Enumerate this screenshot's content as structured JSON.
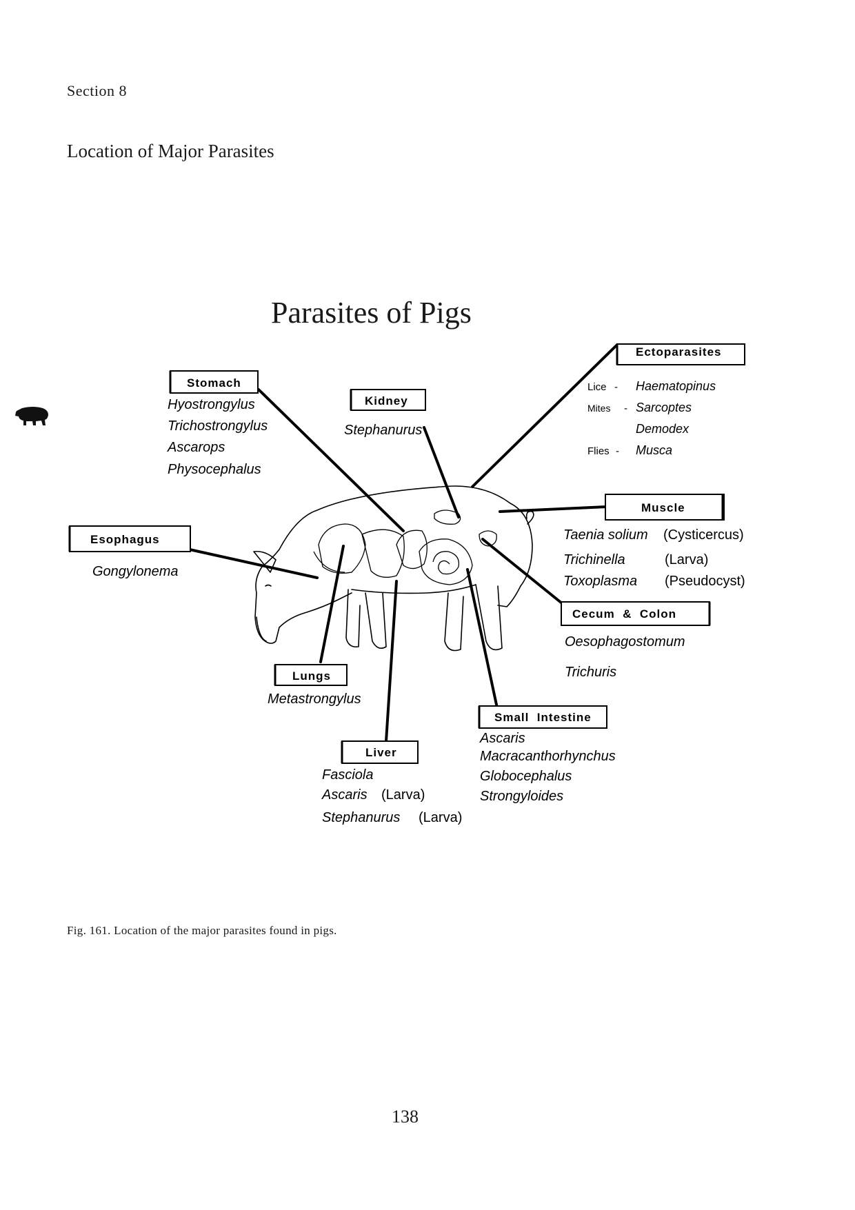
{
  "page": {
    "section": "Section 8",
    "heading": "Location of Major Parasites",
    "caption": "Fig. 161. Location of the major parasites found in pigs.",
    "page_number": "138"
  },
  "diagram": {
    "title": "Parasites of Pigs",
    "stomach": {
      "label": "Stomach",
      "species": [
        "Hyostrongylus",
        "Trichostrongylus",
        "Ascarops",
        "Physocephalus"
      ]
    },
    "kidney": {
      "label": "Kidney",
      "species": [
        "Stephanurus"
      ]
    },
    "ectoparasites": {
      "label": "Ectoparasites",
      "rows": [
        {
          "group": "Lice",
          "dash": "-",
          "species": "Haematopinus"
        },
        {
          "group": "Mites",
          "dash": "-",
          "species": "Sarcoptes"
        },
        {
          "group": "",
          "dash": "",
          "species": "Demodex"
        },
        {
          "group": "Flies",
          "dash": "-",
          "species": "Musca"
        }
      ]
    },
    "esophagus": {
      "label": "Esophagus",
      "species": [
        "Gongylonema"
      ]
    },
    "muscle": {
      "label": "Muscle",
      "rows": [
        {
          "species": "Taenia solium",
          "stage": "(Cysticercus)"
        },
        {
          "species": "Trichinella",
          "stage": "(Larva)"
        },
        {
          "species": "Toxoplasma",
          "stage": "(Pseudocyst)"
        }
      ]
    },
    "cecum_colon": {
      "label": "Cecum  &  Colon",
      "species": [
        "Oesophagostomum",
        "Trichuris"
      ]
    },
    "lungs": {
      "label": "Lungs",
      "species": [
        "Metastrongylus"
      ]
    },
    "small_intestine": {
      "label": "Small  Intestine",
      "species": [
        "Ascaris",
        "Macracanthorhynchus",
        "Globocephalus",
        "Strongyloides"
      ]
    },
    "liver": {
      "label": "Liver",
      "rows": [
        {
          "species": "Fasciola",
          "stage": ""
        },
        {
          "species": "Ascaris",
          "stage": "(Larva)"
        },
        {
          "species": "Stephanurus",
          "stage": "(Larva)"
        }
      ]
    }
  }
}
